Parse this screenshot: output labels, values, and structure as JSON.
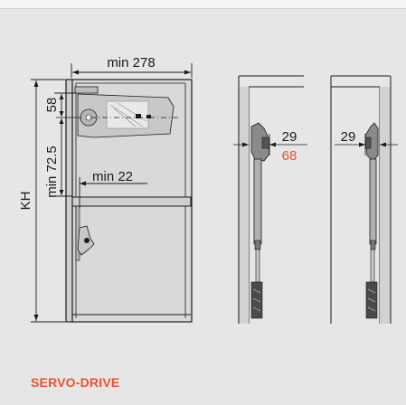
{
  "product": {
    "name": "SERVO-DRIVE"
  },
  "dimensions": {
    "min_width": "min 278",
    "height_58": "58",
    "min_72_5": "min 72.5",
    "min_22": "min 22",
    "kh": "KH",
    "side_29_a": "29",
    "side_68": "68",
    "side_29_b": "29"
  },
  "colors": {
    "background": "#e6e6e6",
    "line": "#1a1a1a",
    "accent": "#e8542c",
    "cabinet_fill": "#d4d4d4",
    "mechanism": "#8a8a8a"
  }
}
